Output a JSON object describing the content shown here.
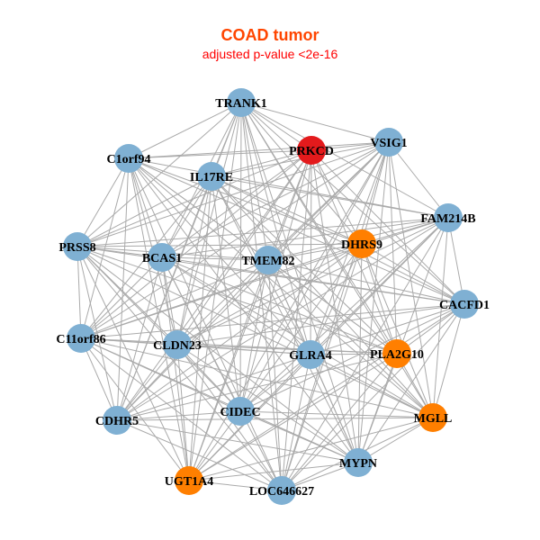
{
  "title": "COAD tumor",
  "subtitle": "adjusted p-value <2e-16",
  "colors": {
    "edge": "#AAAAAA",
    "blue": "#7FB0D3",
    "red": "#E31A1C",
    "orange": "#FF7F00"
  },
  "nodes": [
    {
      "name": "TRANK1",
      "group": "blue"
    },
    {
      "name": "PRKCD",
      "group": "red"
    },
    {
      "name": "VSIG1",
      "group": "blue"
    },
    {
      "name": "C1orf94",
      "group": "blue"
    },
    {
      "name": "IL17RE",
      "group": "blue"
    },
    {
      "name": "FAM214B",
      "group": "blue"
    },
    {
      "name": "DHRS9",
      "group": "orange"
    },
    {
      "name": "PRSS8",
      "group": "blue"
    },
    {
      "name": "BCAS1",
      "group": "blue"
    },
    {
      "name": "TMEM82",
      "group": "blue"
    },
    {
      "name": "CACFD1",
      "group": "blue"
    },
    {
      "name": "C11orf86",
      "group": "blue"
    },
    {
      "name": "CLDN23",
      "group": "blue"
    },
    {
      "name": "GLRA4",
      "group": "blue"
    },
    {
      "name": "PLA2G10",
      "group": "orange"
    },
    {
      "name": "CIDEC",
      "group": "blue"
    },
    {
      "name": "MGLL",
      "group": "orange"
    },
    {
      "name": "CDHR5",
      "group": "blue"
    },
    {
      "name": "MYPN",
      "group": "blue"
    },
    {
      "name": "UGT1A4",
      "group": "orange"
    },
    {
      "name": "LOC646627",
      "group": "blue"
    }
  ]
}
